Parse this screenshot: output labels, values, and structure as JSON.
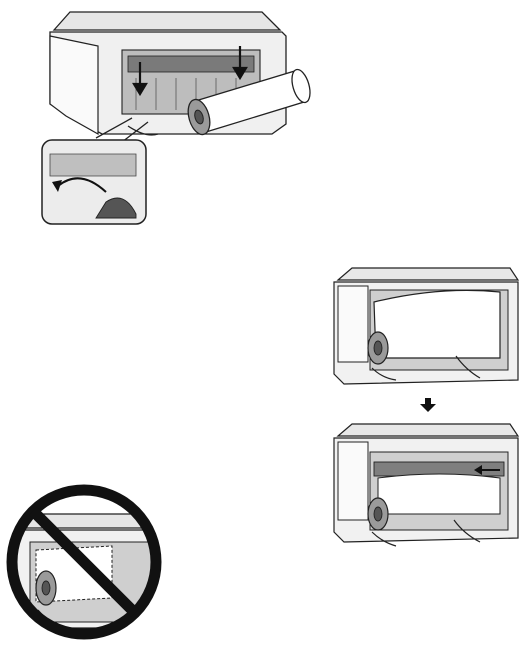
{
  "document": {
    "illustrations": [
      {
        "id": "roll-attach",
        "icon": "printer-roll-attach-illustration"
      },
      {
        "id": "roll-loaded",
        "icon": "printer-roll-loaded-illustration"
      },
      {
        "id": "sequence-arrow",
        "icon": "down-arrow-icon"
      },
      {
        "id": "roll-feeding",
        "icon": "printer-roll-feeding-illustration"
      },
      {
        "id": "incorrect-loading",
        "icon": "prohibited-sign-icon"
      }
    ],
    "colors": {
      "line": "#222222",
      "light_gray": "#eeeeee",
      "mid_gray": "#cfcfcf",
      "dark_gray": "#8a8a8a",
      "prohibit": "#111111"
    }
  }
}
